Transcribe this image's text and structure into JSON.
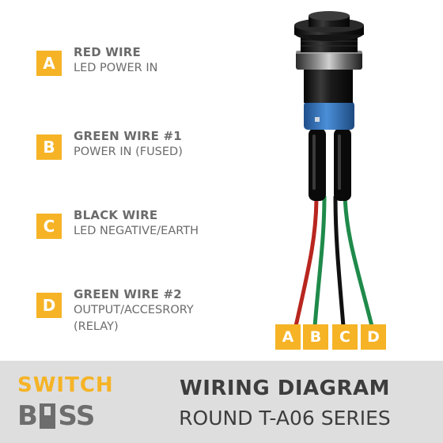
{
  "legend": [
    {
      "letter": "A",
      "title": "RED WIRE",
      "desc": [
        "LED POWER IN"
      ]
    },
    {
      "letter": "B",
      "title": "GREEN WIRE #1",
      "desc": [
        "POWER IN (FUSED)"
      ]
    },
    {
      "letter": "C",
      "title": "BLACK WIRE",
      "desc": [
        "LED NEGATIVE/EARTH"
      ]
    },
    {
      "letter": "D",
      "title": "GREEN WIRE #2",
      "desc": [
        "OUTPUT/ACCESRORY",
        "(RELAY)"
      ]
    }
  ],
  "wire_tags": [
    "A",
    "B",
    "C",
    "D"
  ],
  "footer": {
    "brand_top": "SWITCH",
    "brand_b": "B",
    "brand_ss": "SS",
    "title": "WIRING DIAGRAM",
    "subtitle": "ROUND T-A06 SERIES"
  },
  "colors": {
    "accent": "#f5b325",
    "text_grey": "#6b6b6b",
    "footer_bg": "#dedede",
    "wire_red": "#b8261f",
    "wire_green": "#1f8a4a",
    "wire_black": "#111111",
    "connector_blue": "#2d6fb8"
  },
  "icons": {
    "product": "round-pushbutton-switch-icon",
    "brand_switch": "toggle-switch-icon"
  }
}
